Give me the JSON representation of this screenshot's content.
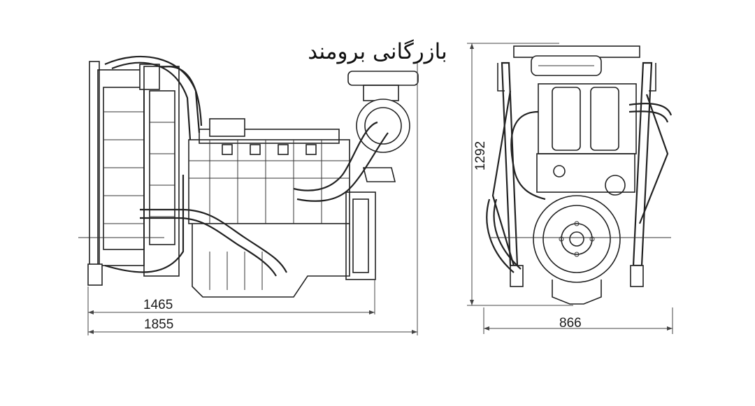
{
  "watermark": {
    "text": "بازرگانی برومند"
  },
  "dimensions": {
    "side_inner_length": "1465",
    "side_total_length": "1855",
    "front_width": "866",
    "front_height": "1292"
  }
}
